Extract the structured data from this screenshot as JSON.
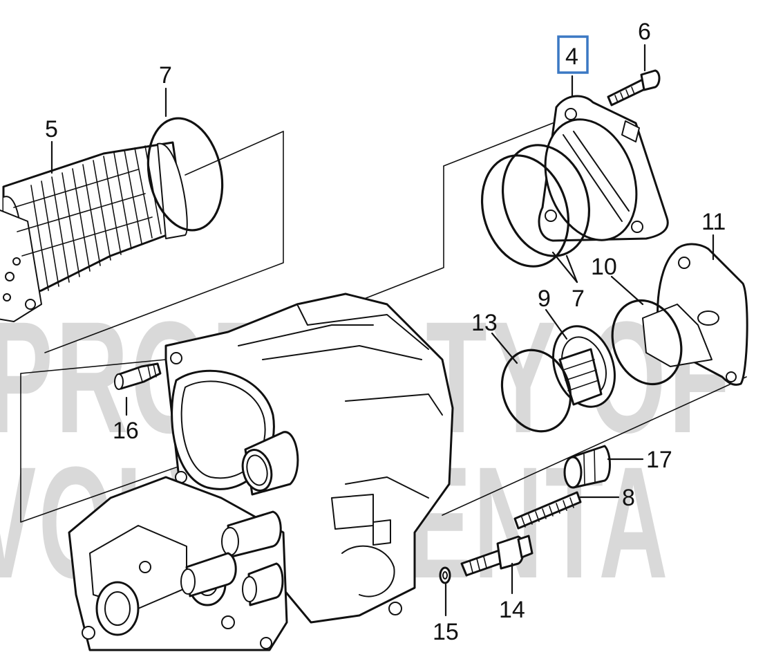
{
  "watermark": {
    "line1": "PROPERTY OF",
    "line2": "VOLVO PENTA",
    "color": "#d9d9d9"
  },
  "highlight": {
    "callout": "4",
    "color": "#3b78c3"
  },
  "callouts": {
    "c4": "4",
    "c5": "5",
    "c6": "6",
    "c7_top": "7",
    "c7_right": "7",
    "c8": "8",
    "c9": "9",
    "c10": "10",
    "c11": "11",
    "c13": "13",
    "c14": "14",
    "c15": "15",
    "c16": "16",
    "c17": "17"
  }
}
